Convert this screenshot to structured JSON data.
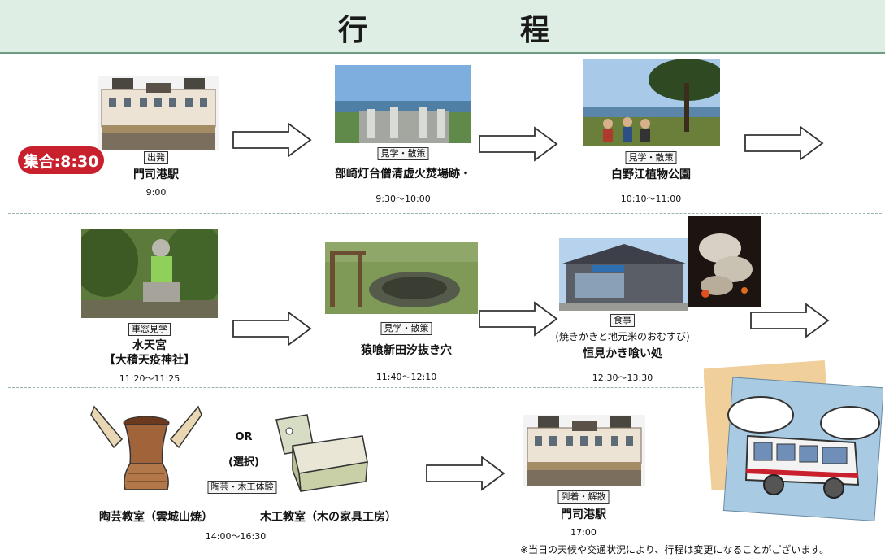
{
  "header": {
    "title_left": "行",
    "title_right": "程"
  },
  "meeting_badge": "集合:8:30",
  "row1": {
    "stop1": {
      "tag": "出発",
      "name": "門司港駅",
      "time": "9:00"
    },
    "stop2": {
      "tag": "見学・散策",
      "name": "部崎灯台僧清虚火焚場跡・",
      "time": "9:30～10:00"
    },
    "stop3": {
      "tag": "見学・散策",
      "name": "白野江植物公園",
      "time": "10:10～11:00"
    }
  },
  "row2": {
    "stop1": {
      "tag": "車窓見学",
      "name_line1": "水天宮",
      "name_line2": "【大積天疫神社】",
      "time": "11:20～11:25"
    },
    "stop2": {
      "tag": "見学・散策",
      "name": "猿喰新田汐抜き穴",
      "time": "11:40～12:10"
    },
    "stop3": {
      "tag": "食事",
      "note": "(焼きかきと地元米のおむすび)",
      "name": "恒見かき喰い処",
      "time": "12:30～13:30"
    }
  },
  "row3": {
    "or_label": "OR",
    "choice_label": "(選択)",
    "tag": "陶芸・木工体験",
    "option1": "陶芸教室（雲城山焼）",
    "option2": "木工教室（木の家具工房）",
    "time": "14:00～16:30",
    "final": {
      "tag": "到着・解散",
      "name": "門司港駅",
      "time": "17:00"
    },
    "disclaimer": "※当日の天候や交通状況により、行程は変更になることがございます。"
  },
  "colors": {
    "header_bg": "#dfeee4",
    "header_border": "#6f9a84",
    "badge": "#c8202c"
  }
}
